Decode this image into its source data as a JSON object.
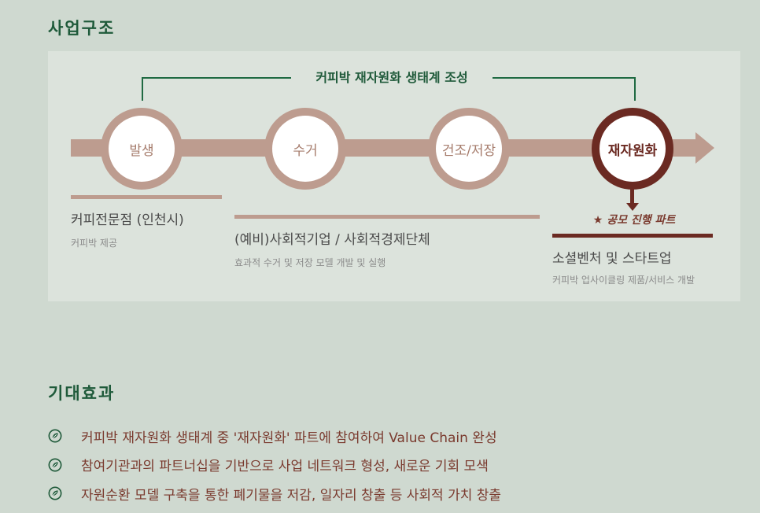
{
  "section_structure": {
    "title": "사업구조"
  },
  "ecosystem_label": "커피박 재자원화 생태계 조성",
  "stages": [
    "발생",
    "수거",
    "건조/저장",
    "재자원화"
  ],
  "contest_label": "★ 공모 진행 파트",
  "groups": [
    {
      "title": "커피전문점 (인천시)",
      "sub": "커피박 제공"
    },
    {
      "title": "(예비)사회적기업 / 사회적경제단체",
      "sub": "효과적 수거 및 저장 모델 개발 및 실행"
    },
    {
      "title": "소셜벤처 및 스타트업",
      "sub": "커피박 업사이클링 제품/서비스 개발"
    }
  ],
  "section_effects": {
    "title": "기대효과",
    "items": [
      "커피박 재자원화 생태계 중 '재자원화' 파트에 참여하여 Value Chain 완성",
      "참여기관과의 파트너십을 기반으로 사업 네트워크 형성, 새로운 기회 모색",
      "자원순환 모델 구축을 통한 폐기물을 저감, 일자리 창출 등 사회적 가치 창출"
    ]
  },
  "icons": {
    "bullet": "recycle-leaf-icon"
  },
  "colors": {
    "accent_green": "#1f5a3a",
    "flow": "#bd9c8f",
    "highlight": "#6b2a22"
  }
}
